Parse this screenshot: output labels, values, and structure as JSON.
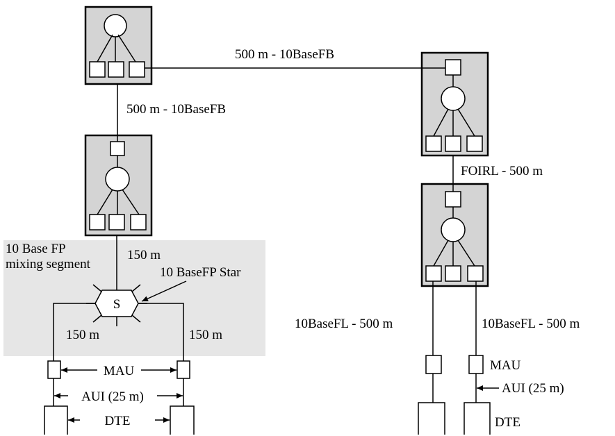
{
  "links": {
    "top_horizontal": "500 m - 10BaseFB",
    "left_vertical": "500 m - 10BaseFB",
    "right_vertical": "FOIRL - 500 m",
    "fl_left": "10BaseFL -  500 m",
    "fl_right": "10BaseFL -  500 m"
  },
  "mixing_segment": {
    "label_line1": "10 Base FP",
    "label_line2": "mixing segment",
    "upper_length": "150 m",
    "left_length": "150 m",
    "right_length": "150 m",
    "star_label": "10 BaseFP Star",
    "star_symbol": "S"
  },
  "left_endpoints": {
    "mau": "MAU",
    "aui": "AUI (25 m)",
    "dte": "DTE"
  },
  "right_endpoints": {
    "mau": "MAU",
    "aui": "AUI (25 m)",
    "dte": "DTE"
  }
}
